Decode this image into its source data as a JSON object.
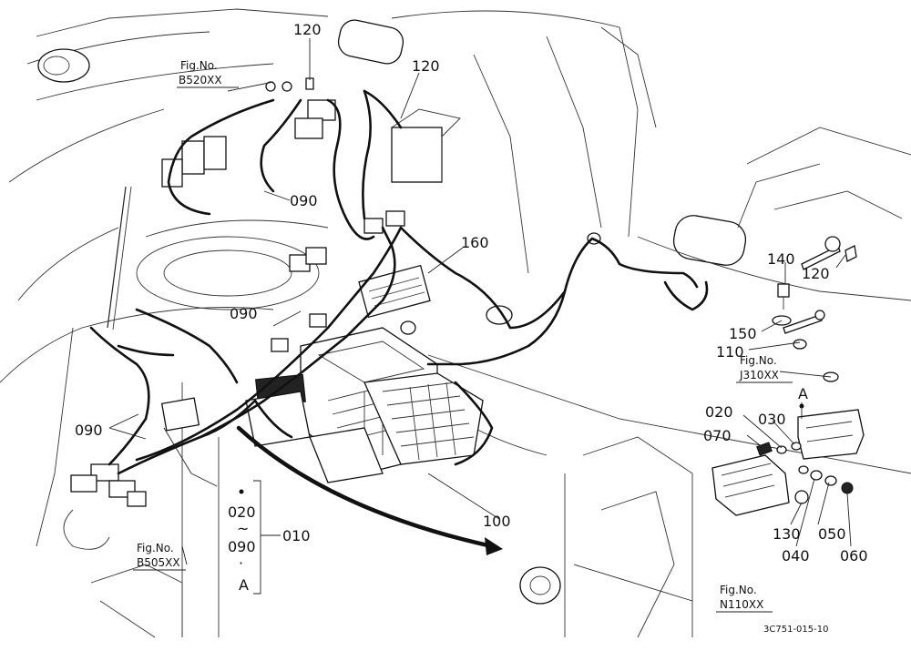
{
  "figure_refs": {
    "b520": [
      "Fig.No.",
      "B520XX"
    ],
    "j310": [
      "Fig.No.",
      "J310XX"
    ],
    "b505": [
      "Fig.No.",
      "B505XX"
    ],
    "n110": [
      "Fig.No.",
      "N110XX"
    ]
  },
  "callouts": {
    "c120_top": "120",
    "c120_mid": "120",
    "c090_center": "090",
    "c160": "160",
    "c090_left": "090",
    "c090_bottom": "090",
    "c140": "140",
    "c120_right": "120",
    "c150": "150",
    "c110": "110",
    "c020": "020",
    "c030": "030",
    "c070": "070",
    "c130": "130",
    "c050": "050",
    "c040": "040",
    "c060": "060",
    "c100": "100",
    "c010": "010",
    "detail_a": "A"
  },
  "kit": {
    "from": "020",
    "tilde": "~",
    "to": "090",
    "dot": "·",
    "letter": "A"
  },
  "drawing_code": "3C751-015-10"
}
